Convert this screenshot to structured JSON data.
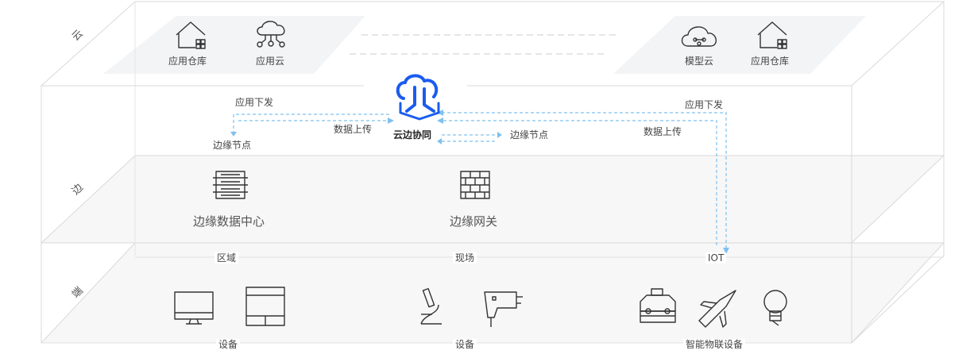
{
  "layers": {
    "cloud": "云",
    "edge": "边",
    "device": "端"
  },
  "cloud": {
    "left": [
      {
        "label": "应用仓库",
        "icon": "house-grid-icon"
      },
      {
        "label": "应用云",
        "icon": "cloud-network-icon"
      }
    ],
    "right": [
      {
        "label": "模型云",
        "icon": "cloud-nodes-icon"
      },
      {
        "label": "应用仓库",
        "icon": "house-grid-icon"
      }
    ]
  },
  "center": {
    "label": "云边协同",
    "icon": "cloud-edge-logo-icon",
    "brand_color": "#1a5cf0"
  },
  "flows": {
    "left_down": "应用下发",
    "left_up": "数据上传",
    "left_node": "边缘节点",
    "middle_node": "边缘节点",
    "right_down": "应用下发",
    "right_up": "数据上传"
  },
  "edge": {
    "datacenter": {
      "label": "边缘数据中心",
      "icon": "server-rack-icon"
    },
    "gateway": {
      "label": "边缘网关",
      "icon": "brick-wall-icon"
    }
  },
  "device": {
    "sections": [
      "区域",
      "现场",
      "IOT"
    ],
    "groups": [
      {
        "label": "设备",
        "icons": [
          "monitor-icon",
          "panel-icon"
        ]
      },
      {
        "label": "设备",
        "icons": [
          "microscope-icon",
          "drill-icon"
        ]
      },
      {
        "label": "智能物联设备",
        "icons": [
          "taxi-icon",
          "airplane-icon",
          "lightbulb-icon"
        ]
      }
    ]
  },
  "colors": {
    "arrow": "#7fc1f0",
    "line": "#d8d8d8"
  }
}
